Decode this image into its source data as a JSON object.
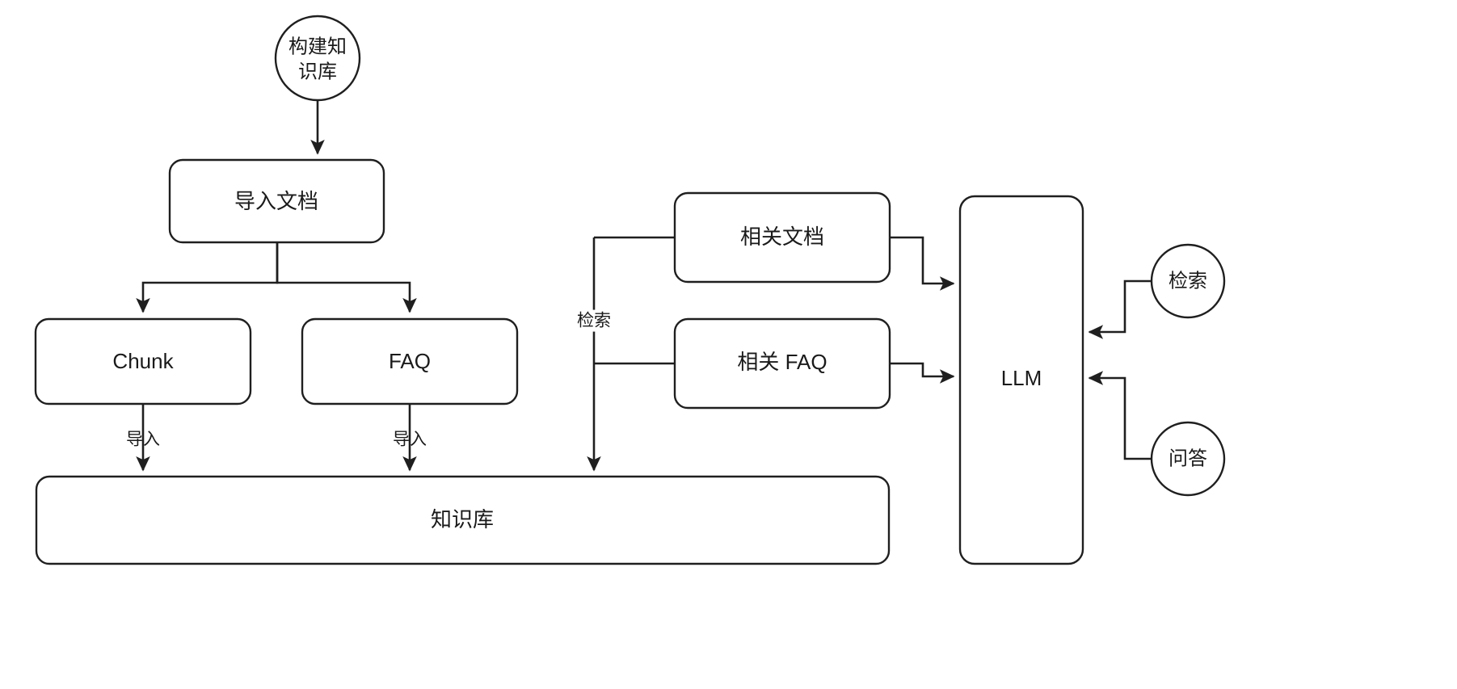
{
  "diagram": {
    "type": "flowchart",
    "title": "RAG knowledge base flowchart",
    "background_color": "#ffffff",
    "stroke_color": "#1f1f1f",
    "text_color": "#1a1a1a",
    "nodes": [
      {
        "id": "build_kb",
        "label": "构建知识库",
        "shape": "circle",
        "line1": "构建知",
        "line2": "识库"
      },
      {
        "id": "import_doc",
        "label": "导入文档",
        "shape": "rounded-rect"
      },
      {
        "id": "chunk",
        "label": "Chunk",
        "shape": "rounded-rect"
      },
      {
        "id": "faq",
        "label": "FAQ",
        "shape": "rounded-rect"
      },
      {
        "id": "knowledge_base",
        "label": "知识库",
        "shape": "rounded-rect"
      },
      {
        "id": "related_doc",
        "label": "相关文档",
        "shape": "rounded-rect"
      },
      {
        "id": "related_faq",
        "label": "相关 FAQ",
        "shape": "rounded-rect"
      },
      {
        "id": "llm",
        "label": "LLM",
        "shape": "rounded-rect"
      },
      {
        "id": "retrieve",
        "label": "检索",
        "shape": "circle"
      },
      {
        "id": "qa",
        "label": "问答",
        "shape": "circle"
      }
    ],
    "edge_labels": {
      "import_chunk": "导入",
      "import_faq": "导入",
      "retrieve_kb": "检索"
    }
  }
}
